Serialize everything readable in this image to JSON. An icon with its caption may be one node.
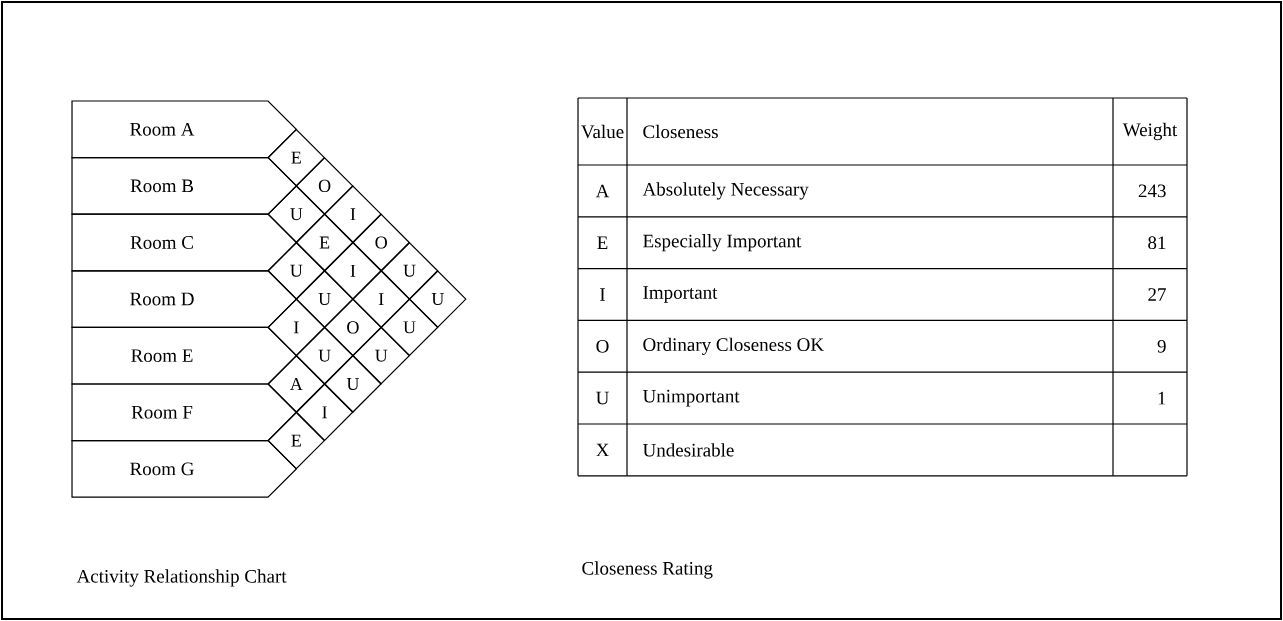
{
  "diagram": {
    "nodes": [
      {
        "text": [
          "Room A"
        ]
      },
      {
        "text": [
          "Room B"
        ]
      },
      {
        "text": [
          "Room C"
        ]
      },
      {
        "text": [
          "Room D"
        ]
      },
      {
        "text": [
          "Room E"
        ]
      },
      {
        "text": [
          "Room F"
        ]
      },
      {
        "text": [
          "Room G"
        ]
      },
      {
        "text": [
          "E"
        ]
      },
      {
        "text": [
          "O"
        ]
      },
      {
        "text": [
          "U"
        ]
      },
      {
        "text": [
          "I"
        ]
      },
      {
        "text": [
          "E"
        ]
      },
      {
        "text": [
          "O"
        ]
      },
      {
        "text": [
          "U"
        ]
      },
      {
        "text": [
          "I"
        ]
      },
      {
        "text": [
          "U"
        ]
      },
      {
        "text": [
          "U"
        ]
      },
      {
        "text": [
          "I"
        ]
      },
      {
        "text": [
          "U"
        ]
      },
      {
        "text": [
          "I"
        ]
      },
      {
        "text": [
          "O"
        ]
      },
      {
        "text": [
          "U"
        ]
      },
      {
        "text": [
          "U"
        ]
      },
      {
        "text": [
          "U"
        ]
      },
      {
        "text": [
          "A"
        ]
      },
      {
        "text": [
          "U"
        ]
      },
      {
        "text": [
          "I"
        ]
      },
      {
        "text": [
          "E"
        ]
      }
    ],
    "labels": [
      "Value",
      "Closeness",
      "Weight",
      "A",
      "Absolutely Necessary",
      "243",
      "E",
      "Especially Important",
      "81",
      "I",
      "Important",
      "27",
      "O",
      "Ordinary Closeness OK",
      "9",
      "U",
      "Unimportant",
      "1",
      "X",
      "Undesirable",
      "Activity Relationship Chart",
      "Closeness Rating"
    ]
  }
}
